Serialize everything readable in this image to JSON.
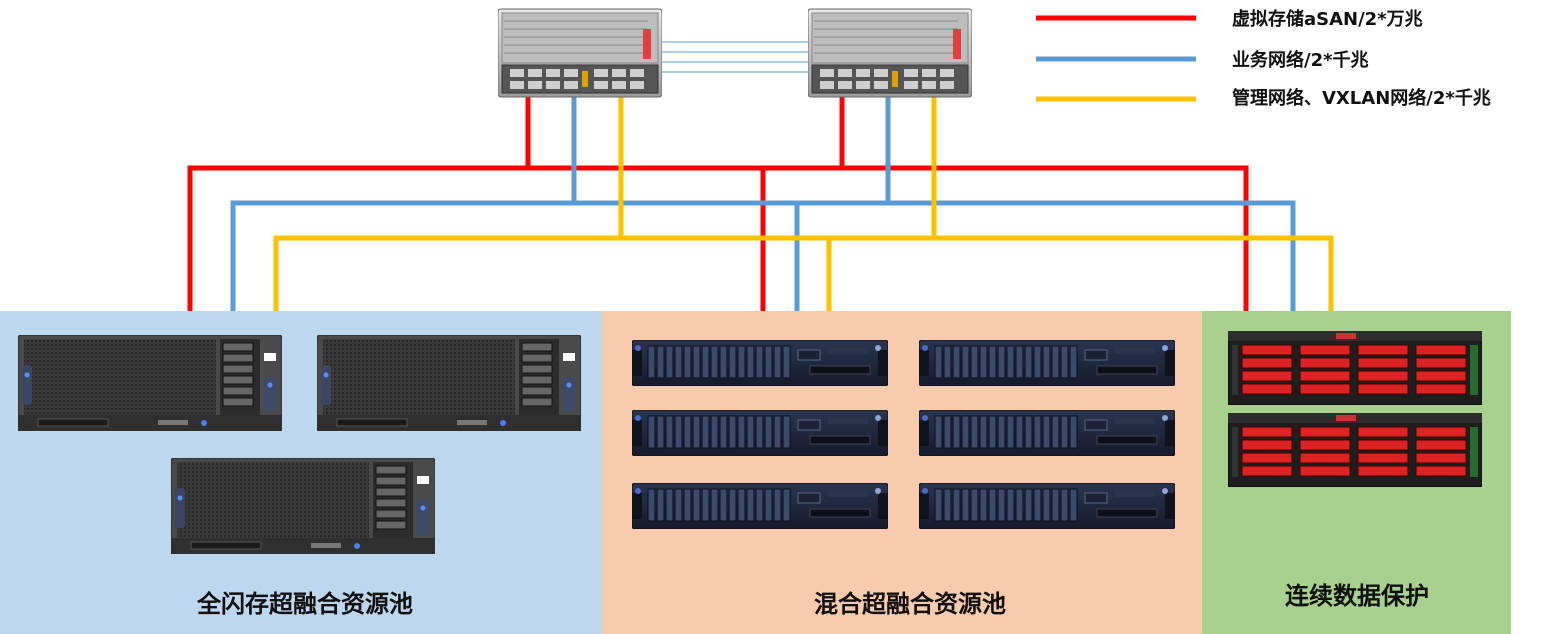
{
  "legend": [
    {
      "label": "虚拟存储aSAN/2*万兆",
      "color": "#ff0000"
    },
    {
      "label": "业务网络/2*千兆",
      "color": "#5b9bd5"
    },
    {
      "label": "管理网络、VXLAN网络/2*千兆",
      "color": "#ffc000"
    }
  ],
  "zones": [
    {
      "label": "全闪存超融合资源池",
      "color": "#bdd7ee",
      "icon": "ibm-4u-server-icon",
      "server_count": 3
    },
    {
      "label": "混合超融合资源池",
      "color": "#f8cbad",
      "icon": "rack-2u-server-icon",
      "server_count": 6
    },
    {
      "label": "连续数据保护",
      "color": "#a9d18e",
      "icon": "storage-array-icon",
      "server_count": 2
    }
  ],
  "switches": [
    {
      "icon": "chassis-switch-icon"
    },
    {
      "icon": "chassis-switch-icon"
    }
  ],
  "colors": {
    "storage": "#ff0000",
    "business": "#5b9bd5",
    "management": "#ffc000"
  }
}
